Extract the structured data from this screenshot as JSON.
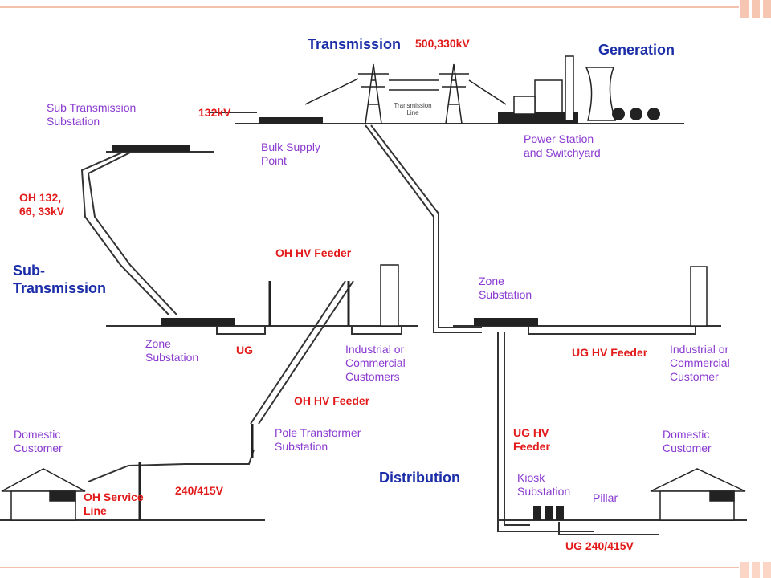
{
  "sections": {
    "transmission": "Transmission",
    "generation": "Generation",
    "sub_transmission": "Sub-\nTransmission",
    "distribution": "Distribution"
  },
  "voltages": {
    "gen_transmission": "500,330kV",
    "sub_transmission": "132kV",
    "oh_lines": "OH 132,\n66, 33kV",
    "low_voltage": "240/415V",
    "ug_low_voltage": "UG 240/415V"
  },
  "feeders": {
    "oh_hv_top": "OH HV Feeder",
    "oh_hv_mid": "OH HV Feeder",
    "ug": "UG",
    "ug_hv_right": "UG HV Feeder",
    "ug_hv_down": "UG HV\nFeeder",
    "oh_service": "OH Service\nLine"
  },
  "facilities": {
    "power_station": "Power Station\nand Switchyard",
    "bulk_supply": "Bulk Supply\nPoint",
    "sub_transmission_substation": "Sub Transmission\nSubstation",
    "zone_substation_left": "Zone\nSubstation",
    "zone_substation_right": "Zone\nSubstation",
    "pole_transformer": "Pole Transformer\nSubstation",
    "kiosk": "Kiosk\nSubstation",
    "pillar": "Pillar",
    "transmission_line": "Transmission\nLine"
  },
  "customers": {
    "industrial_left": "Industrial or\nCommercial\nCustomers",
    "industrial_right": "Industrial or\nCommercial\nCustomer",
    "domestic_left": "Domestic\nCustomer",
    "domestic_right": "Domestic\nCustomer"
  },
  "colors": {
    "section_heading": "#1b2ea8",
    "voltage_label": "#e21a1a",
    "facility_label": "#8a3ad0",
    "line": "#333333"
  }
}
